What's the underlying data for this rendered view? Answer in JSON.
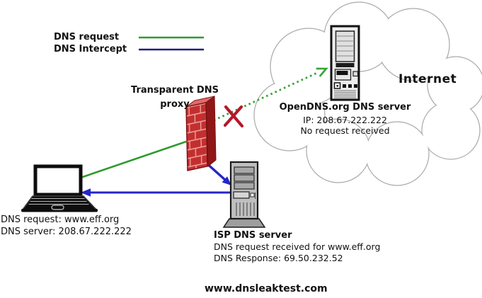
{
  "diagram": {
    "legend": {
      "request_label": "DNS request",
      "intercept_label": "DNS Intercept"
    },
    "proxy": {
      "label_line1": "Transparent DNS",
      "label_line2": "proxy"
    },
    "internet": {
      "label": "Internet"
    },
    "opendns": {
      "title": "OpenDNS.org DNS server",
      "ip_line": "IP: 208.67.222.222",
      "status_line": "No request received"
    },
    "client": {
      "request_line": "DNS request: www.eff.org",
      "server_line": "DNS server: 208.67.222.222"
    },
    "isp": {
      "title": "ISP DNS server",
      "received_line": "DNS request received for www.eff.org",
      "response_line": "DNS Response: 69.50.232.52"
    },
    "footer": {
      "site": "www.dnsleaktest.com"
    },
    "colors": {
      "dns_request_green": "#2e9b2e",
      "dns_intercept_navy": "#20207a",
      "arrow_blue": "#2525c8",
      "blocked_x_red": "#b5182b",
      "firewall_brick_red": "#c32f2f",
      "cloud_outline_gray": "#a9a9a9"
    }
  }
}
